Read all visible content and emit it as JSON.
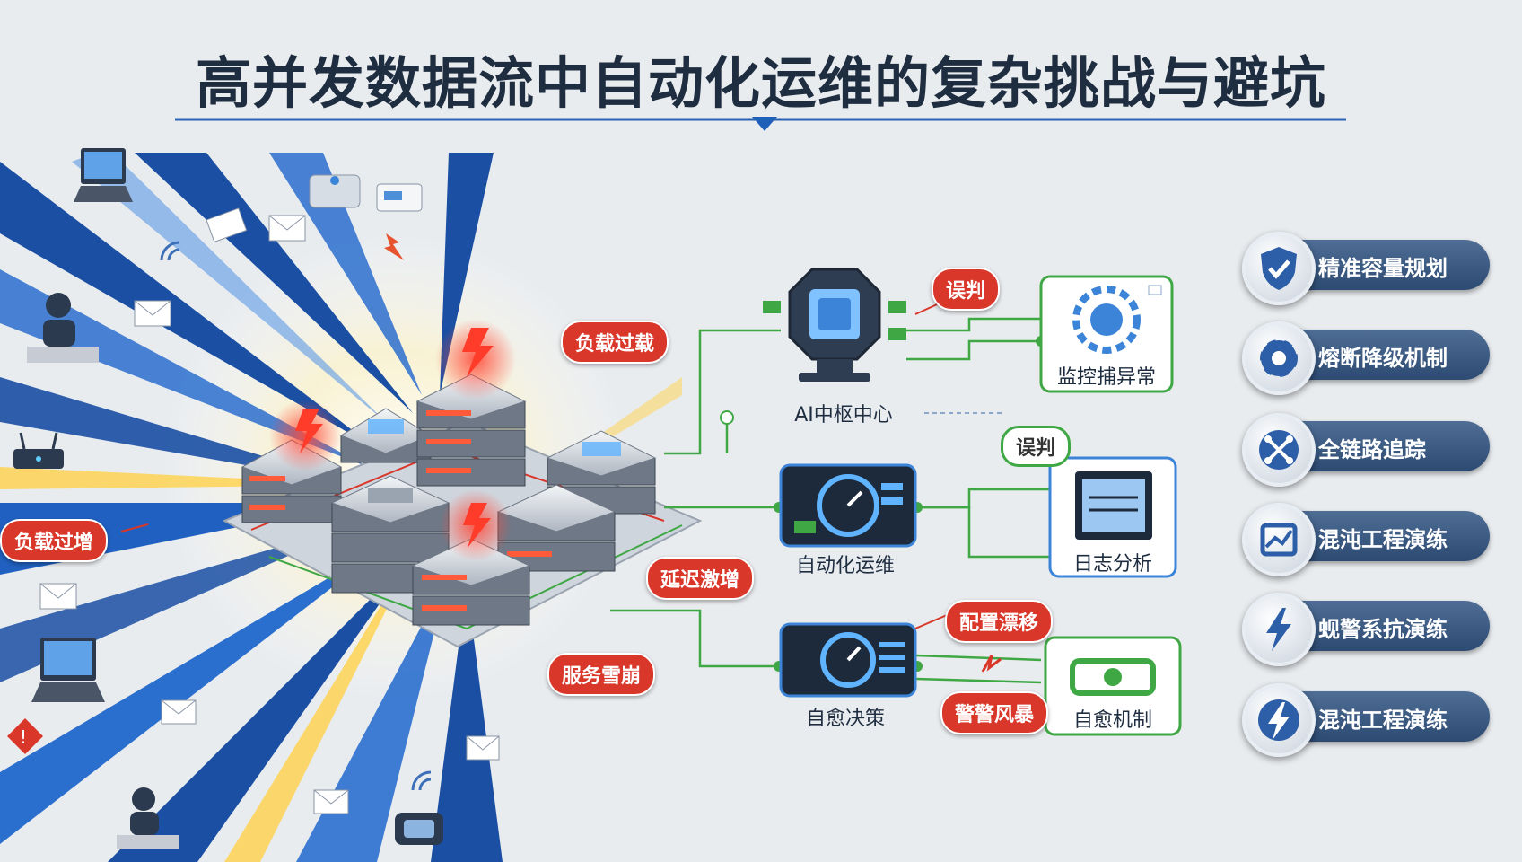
{
  "title": "高并发数据流中自动化运维的复杂挑战与避坑",
  "left_warnings": {
    "load_overload": "负载过载",
    "load_surge": "负载过增",
    "latency_spike": "延迟激增",
    "service_avalanche": "服务雪崩"
  },
  "center_nodes": {
    "ai_center": "AI中枢中心",
    "auto_ops": "自动化运维",
    "self_heal": "自愈决策"
  },
  "flow_tags": {
    "misjudge_top": "误判",
    "misjudge_mid": "误判",
    "config_drift": "配置漂移",
    "alert_storm": "警警风暴"
  },
  "right_boxes": {
    "monitor": "监控捕异常",
    "log": "日志分析",
    "self_heal_mech": "自愈机制"
  },
  "solutions": [
    {
      "label": "精准容量规划",
      "icon": "shield-check-icon"
    },
    {
      "label": "熔断降级机制",
      "icon": "gear-icon"
    },
    {
      "label": "全链路追踪",
      "icon": "network-nodes-icon"
    },
    {
      "label": "混沌工程演练",
      "icon": "chart-chip-icon"
    },
    {
      "label": "蚬警系抗演练",
      "icon": "lightning-icon"
    },
    {
      "label": "混沌工程演练",
      "icon": "lightning-icon"
    }
  ],
  "colors": {
    "title": "#1f2d40",
    "alert_red": "#d9372a",
    "flow_green": "#3fa845",
    "burst_blue": "#1f5fb8",
    "pill_navy": "#2c4a72"
  }
}
